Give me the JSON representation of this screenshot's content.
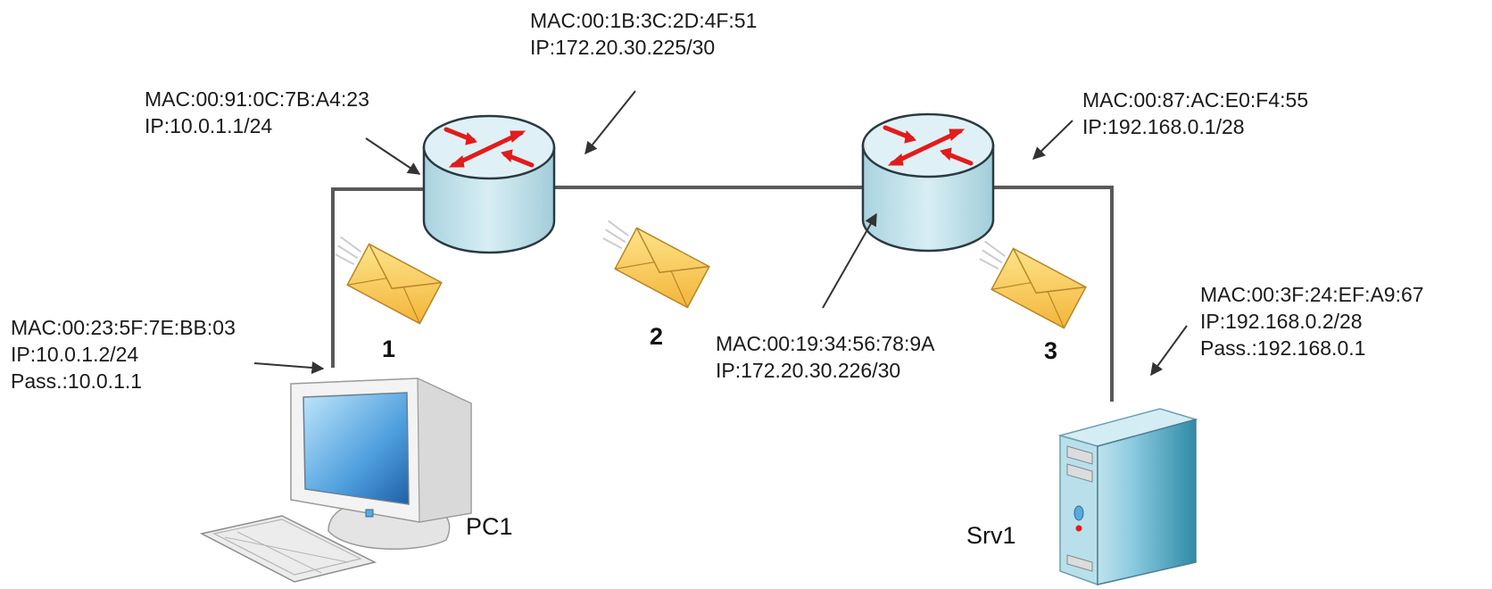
{
  "colors": {
    "link": "#595959",
    "router_body": "#c9e6ee",
    "router_top": "#dceff5",
    "router_arrows": "#e31b1b",
    "envelope": "#f7c64a",
    "pc_screen": "#5aa9df",
    "server_body": "#4aa3bd"
  },
  "icons": {
    "router": "router-icon",
    "packet": "envelope-icon",
    "pc": "desktop-computer-icon",
    "server": "server-tower-icon"
  },
  "labels": {
    "router1_left": {
      "mac": "MAC:00:91:0C:7B:A4:23",
      "ip": "IP:10.0.1.1/24"
    },
    "router1_right": {
      "mac": "MAC:00:1B:3C:2D:4F:51",
      "ip": "IP:172.20.30.225/30"
    },
    "router2_left": {
      "mac": "MAC:00:19:34:56:78:9A",
      "ip": "IP:172.20.30.226/30"
    },
    "router2_right": {
      "mac": "MAC:00:87:AC:E0:F4:55",
      "ip": "IP:192.168.0.1/28"
    },
    "pc1": {
      "mac": "MAC:00:23:5F:7E:BB:03",
      "ip": "IP:10.0.1.2/24",
      "gateway": "Pass.:10.0.1.1"
    },
    "srv1": {
      "mac": "MAC:00:3F:24:EF:A9:67",
      "ip": "IP:192.168.0.2/28",
      "gateway": "Pass.:192.168.0.1"
    }
  },
  "devices": {
    "pc": "PC1",
    "server": "Srv1"
  },
  "hops": [
    "1",
    "2",
    "3"
  ]
}
